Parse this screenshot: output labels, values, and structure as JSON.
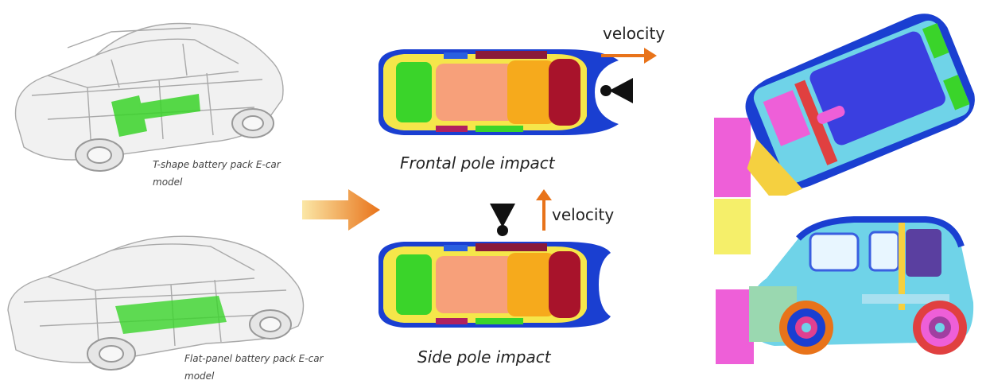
{
  "captions": {
    "tshape_model": "T-shape battery pack E-car model",
    "flatpanel_model": "Flat-panel battery pack E-car model",
    "frontal_impact": "Frontal pole impact",
    "side_impact": "Side pole impact",
    "velocity_frontal": "velocity",
    "velocity_side": "velocity"
  },
  "colors": {
    "arrow_orange": "#e8731a",
    "battery_green": "#3ad42a",
    "pole_black": "#111111",
    "barrier_magenta": "#ee5fd8",
    "barrier_yellow": "#f5ef6a"
  }
}
